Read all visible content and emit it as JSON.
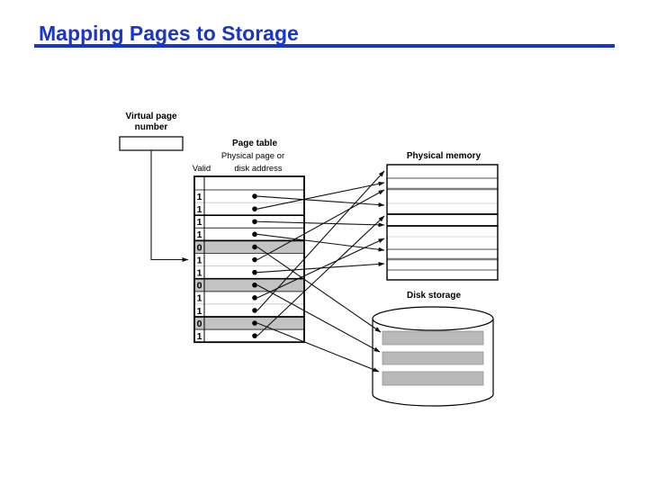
{
  "title": {
    "text": "Mapping Pages to Storage",
    "color": "#1b35c9"
  },
  "diagram": {
    "virtual_page": {
      "label_line1": "Virtual page",
      "label_line2": "number"
    },
    "page_table": {
      "title": "Page table",
      "subtitle": "Physical page or",
      "col_valid": "Valid",
      "col_address": "disk address",
      "valid_bits": [
        1,
        1,
        1,
        1,
        0,
        1,
        1,
        0,
        1,
        1,
        0,
        1
      ]
    },
    "physical_memory": {
      "label": "Physical memory",
      "rows": 10
    },
    "disk": {
      "label": "Disk storage",
      "pages": 3
    },
    "colors": {
      "invalid_row": "#c3c3c3",
      "disk_page": "#b9b9b9",
      "line": "#111111"
    },
    "mappings": {
      "memory": [
        [
          1,
          4
        ],
        [
          2,
          2
        ],
        [
          3,
          6
        ],
        [
          4,
          8
        ],
        [
          6,
          3
        ],
        [
          7,
          9
        ],
        [
          9,
          7
        ],
        [
          10,
          1
        ],
        [
          12,
          5
        ]
      ],
      "disk": [
        [
          5,
          1
        ],
        [
          8,
          2
        ],
        [
          11,
          3
        ]
      ]
    }
  }
}
